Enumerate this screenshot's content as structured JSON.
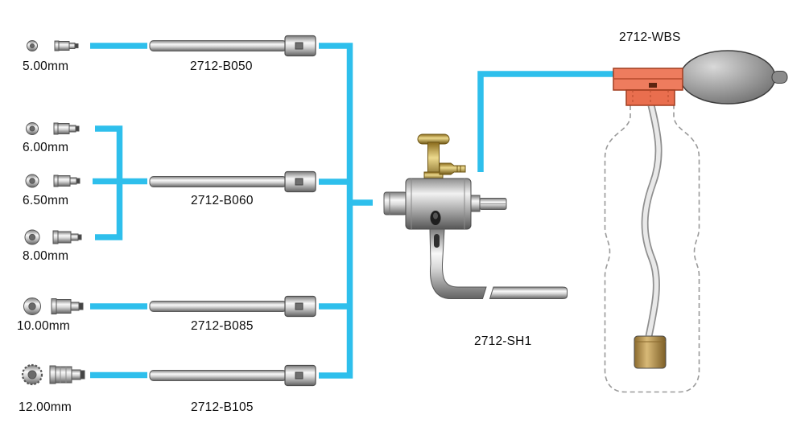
{
  "diagram": {
    "accent_color": "#2EBFEC",
    "adapters": [
      {
        "size": "5.00mm"
      },
      {
        "size": "6.00mm"
      },
      {
        "size": "6.50mm"
      },
      {
        "size": "8.00mm"
      },
      {
        "size": "10.00mm"
      },
      {
        "size": "12.00mm"
      }
    ],
    "barrels": [
      {
        "part_number": "2712-B050"
      },
      {
        "part_number": "2712-B060"
      },
      {
        "part_number": "2712-B085"
      },
      {
        "part_number": "2712-B105"
      }
    ],
    "suction_handle": {
      "part_number": "2712-SH1"
    },
    "water_bottle_system": {
      "part_number": "2712-WBS"
    }
  }
}
